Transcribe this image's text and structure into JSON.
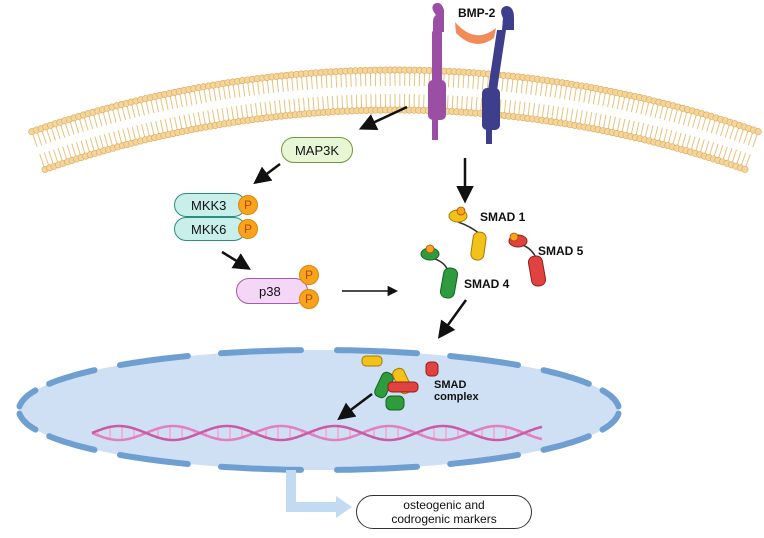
{
  "ligand": {
    "label": "BMP-2"
  },
  "kinases": {
    "map3k": "MAP3K",
    "mkk3": "MKK3",
    "mkk6": "MKK6",
    "p38": "p38",
    "phospho": "P"
  },
  "smads": {
    "smad1": "SMAD 1",
    "smad5": "SMAD 5",
    "smad4": "SMAD 4",
    "complex_line1": "SMAD",
    "complex_line2": "complex"
  },
  "output": {
    "line1": "osteogenic and",
    "line2": "codrogenic markers"
  },
  "colors": {
    "membrane": "#f6d59a",
    "nucleus_fill": "#cfe0f4",
    "nucleus_edge": "#6f9fd0",
    "dna": "#e27fbf",
    "receptor1": "#9a4fa5",
    "receptor2": "#3d3f8c",
    "bmp2": "#f28a5a",
    "map3k_fill": "#e7f7d6",
    "mkk_fill": "#c8efe9",
    "p38_fill": "#f4d6f7",
    "phospho": "#f7a31c",
    "smad1": "#f2c21b",
    "smad5": "#e0423f",
    "smad4": "#2e9b3c"
  }
}
